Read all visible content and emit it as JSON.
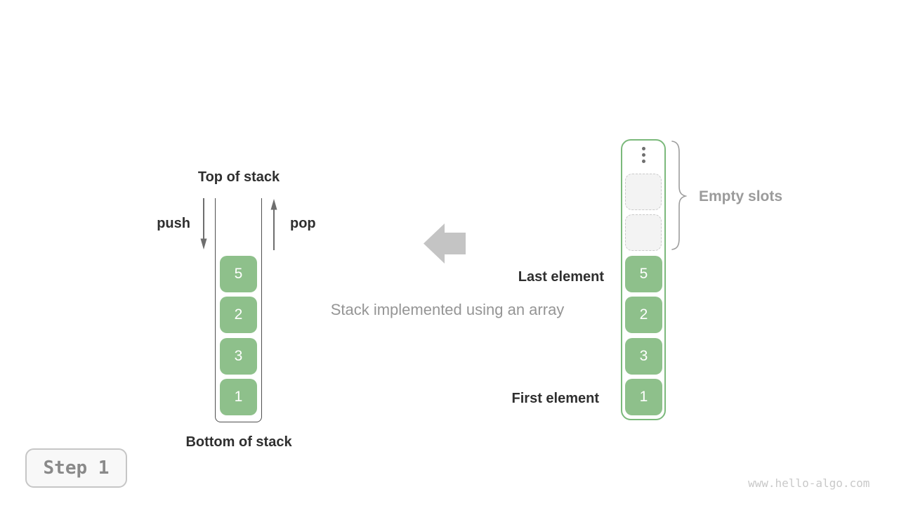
{
  "left_stack": {
    "title": "Top of stack",
    "bottom_label": "Bottom of stack",
    "push_label": "push",
    "pop_label": "pop",
    "elements": [
      "5",
      "2",
      "3",
      "1"
    ]
  },
  "center": {
    "caption": "Stack implemented using an array",
    "arrow_icon": "left-block-arrow"
  },
  "right_array": {
    "last_element_label": "Last element",
    "first_element_label": "First element",
    "empty_slots_label": "Empty slots",
    "ellipsis_icon": "vertical-dots",
    "empty_slot_count": 2,
    "elements": [
      "5",
      "2",
      "3",
      "1"
    ]
  },
  "footer": {
    "step_label": "Step 1",
    "watermark": "www.hello-algo.com"
  },
  "colors": {
    "element_green": "#8ec08b",
    "array_border_green": "#7bb97b",
    "dark_text": "#2f2f2f",
    "gray_text": "#959595",
    "block_arrow_gray": "#c4c4c4",
    "slot_fill": "#f3f3f3",
    "slot_border": "#cbcbcb",
    "step_text": "#8a8a8a",
    "watermark_gray": "#c9c9c9"
  }
}
